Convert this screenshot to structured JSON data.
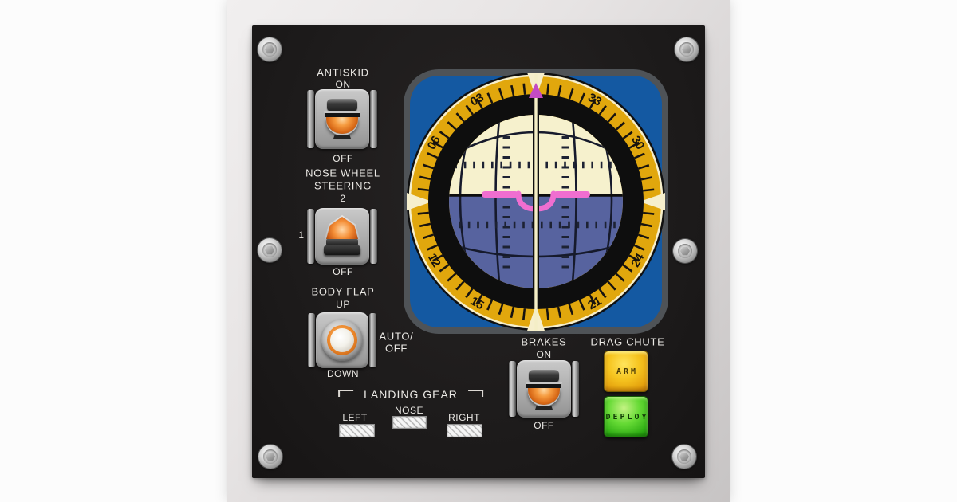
{
  "panel": {
    "antiskid": {
      "title": "ANTISKID",
      "position_top": "ON",
      "position_bottom": "OFF"
    },
    "nose_wheel_steering": {
      "title": [
        "NOSE WHEEL",
        "STEERING"
      ],
      "position_top": "2",
      "position_left": "1",
      "position_bottom": "OFF"
    },
    "body_flap": {
      "title": "BODY FLAP",
      "position_top": "UP",
      "position_right": [
        "AUTO/",
        "OFF"
      ],
      "position_bottom": "DOWN"
    },
    "landing_gear": {
      "title": "LANDING GEAR",
      "indicators": [
        "LEFT",
        "NOSE",
        "RIGHT"
      ]
    },
    "brakes": {
      "title": "BRAKES",
      "position_top": "ON",
      "position_bottom": "OFF"
    },
    "drag_chute": {
      "title": "DRAG CHUTE",
      "arm_label": "ARM",
      "deploy_label": "DEPLOY",
      "arm_color": "#f2c21a",
      "deploy_color": "#4ecb2e"
    },
    "adi": {
      "heading_labels": [
        "03",
        "06",
        "12",
        "15",
        "21",
        "24",
        "30",
        "33"
      ],
      "colors": {
        "bezel_blue": "#1459a2",
        "ring_gold": "#e1a70d",
        "ring_cream": "#f6efcc",
        "sky": "#f6f1cd",
        "ground": "#57639f",
        "flight_director_pink": "#f06ed0",
        "pointer_magenta": "#c44bc4"
      }
    }
  }
}
